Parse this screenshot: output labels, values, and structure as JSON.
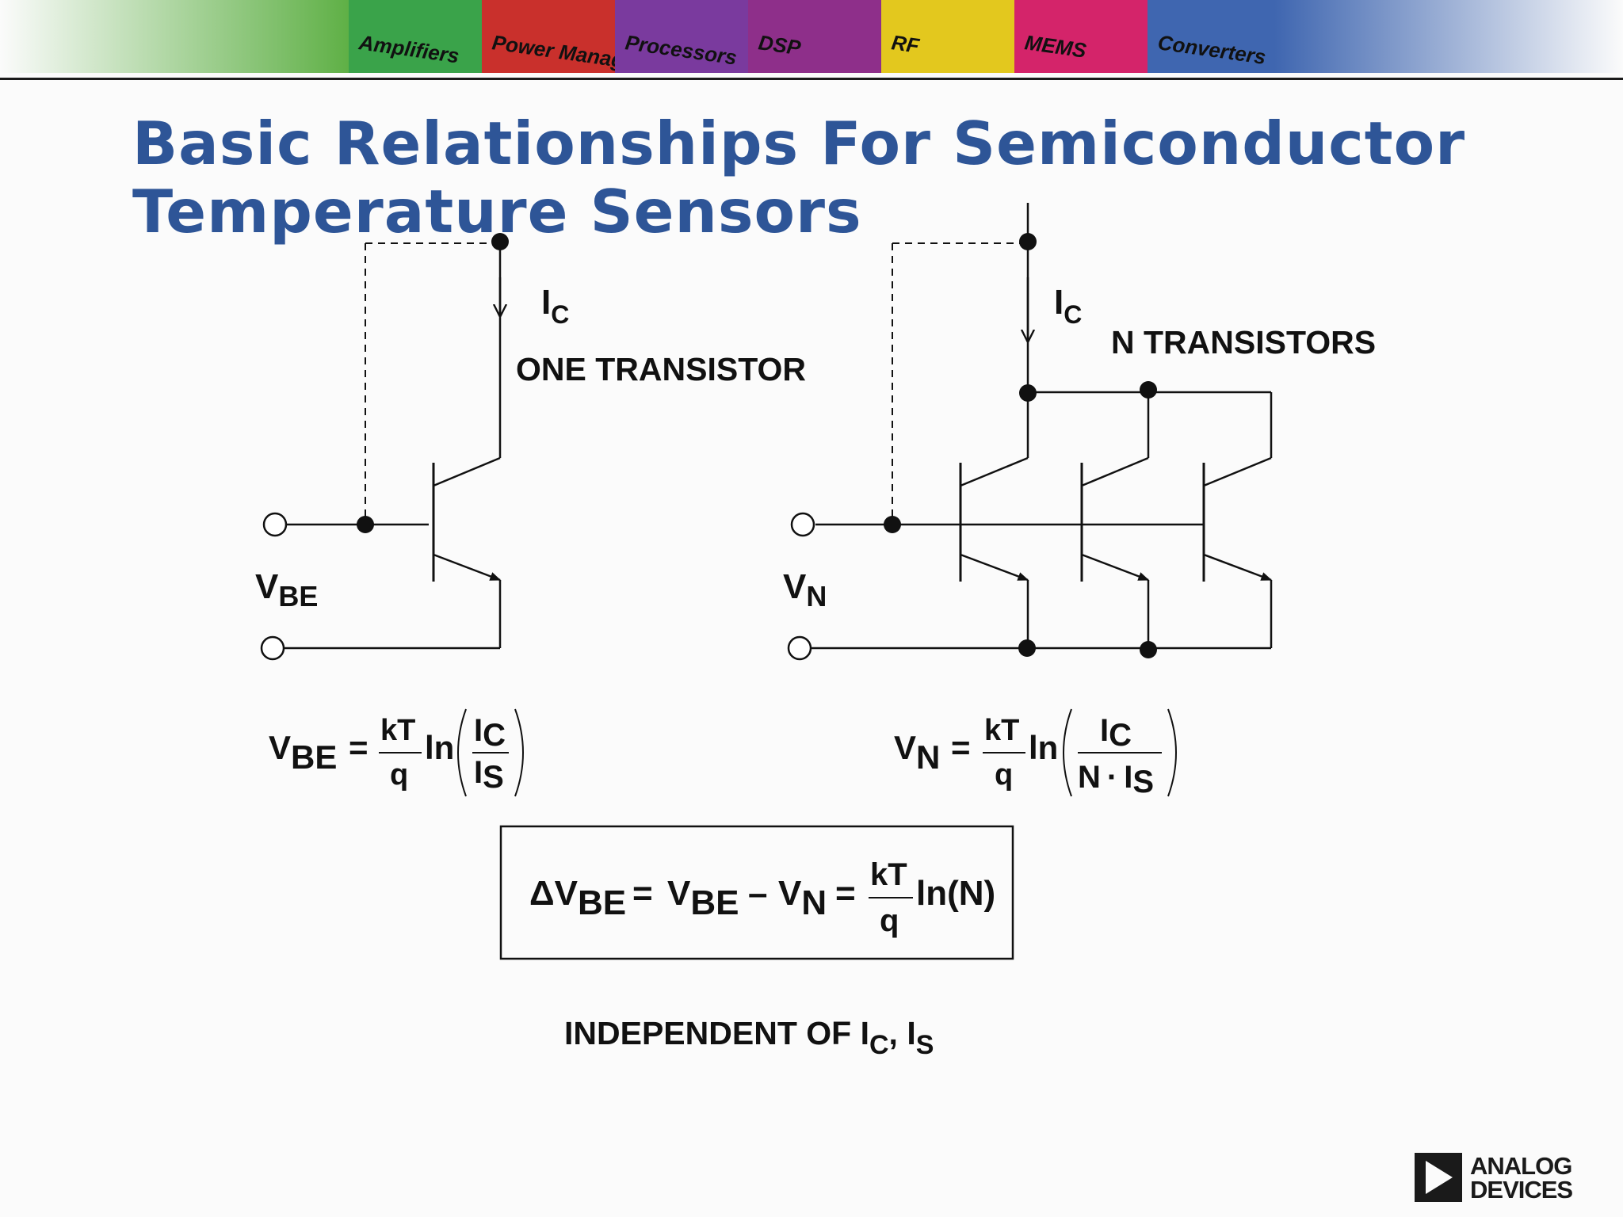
{
  "banner": {
    "tiles": [
      {
        "label": "Amplifiers",
        "color": "#3aa34a"
      },
      {
        "label": "Power Management",
        "color": "#c9302c"
      },
      {
        "label": "Processors",
        "color": "#7a3a9e"
      },
      {
        "label": "DSP",
        "color": "#8e2f8a"
      },
      {
        "label": "RF",
        "color": "#e3c81e"
      },
      {
        "label": "MEMS",
        "color": "#d4246a"
      },
      {
        "label": "Converters",
        "color": "#3f66b0"
      }
    ]
  },
  "title": {
    "line1": "Basic Relationships For Semiconductor",
    "line2": "Temperature Sensors"
  },
  "circuit_one": {
    "label": "ONE TRANSISTOR",
    "current": {
      "main": "I",
      "sub": "C"
    },
    "voltage": {
      "main": "V",
      "sub": "BE"
    }
  },
  "circuit_n": {
    "label": "N TRANSISTORS",
    "current": {
      "main": "I",
      "sub": "C"
    },
    "voltage": {
      "main": "V",
      "sub": "N"
    }
  },
  "equation_one": {
    "lhs": {
      "main": "V",
      "sub": "BE"
    },
    "eq": "=",
    "numerator": "kT",
    "denominator": "q",
    "ln": "ln",
    "arg_num": {
      "main": "I",
      "sub": "C"
    },
    "arg_den": {
      "main": "I",
      "sub": "S"
    }
  },
  "equation_n": {
    "lhs": {
      "main": "V",
      "sub": "N"
    },
    "eq": "=",
    "numerator": "kT",
    "denominator": "q",
    "ln": "ln",
    "arg_num": {
      "main": "I",
      "sub": "C"
    },
    "arg_den_prefix": "N",
    "arg_den_dot": "·",
    "arg_den": {
      "main": "I",
      "sub": "S"
    }
  },
  "equation_delta": {
    "delta": "ΔV",
    "delta_sub": "BE",
    "eq1": "=",
    "vbe": {
      "main": "V",
      "sub": "BE"
    },
    "minus": "–",
    "vn": {
      "main": "V",
      "sub": "N"
    },
    "eq2": "=",
    "numerator": "kT",
    "denominator": "q",
    "ln_n": "ln(N)"
  },
  "footnote": {
    "text": "INDEPENDENT OF I",
    "sub1": "C",
    "sep": ", I",
    "sub2": "S"
  },
  "logo": {
    "line1": "ANALOG",
    "line2": "DEVICES"
  },
  "colors": {
    "title": "#2e5597",
    "ink": "#111111"
  }
}
